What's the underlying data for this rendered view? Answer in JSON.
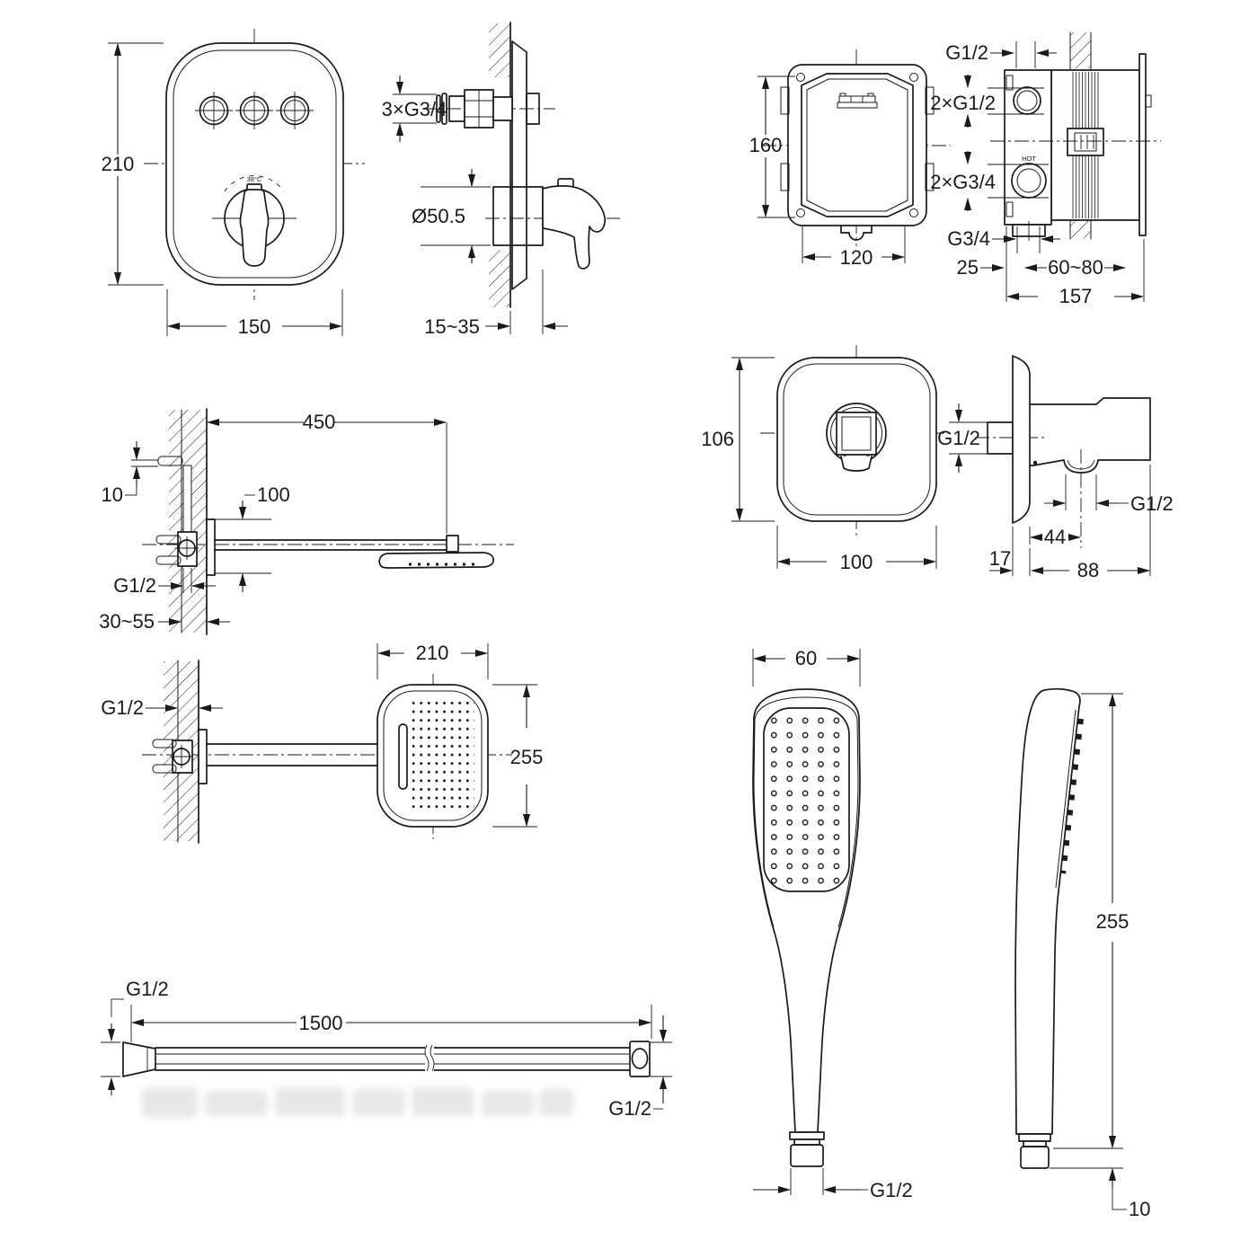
{
  "colors": {
    "line": "#1a1a1a",
    "background": "#ffffff"
  },
  "drawings": {
    "mixer_front": {
      "height": "210",
      "width": "150",
      "temp_marking": "38°C"
    },
    "mixer_side": {
      "inlet_threads": "3×G3/4",
      "escutcheon_diameter": "Ø50.5",
      "mount_depth": "15~35"
    },
    "valve_box_front": {
      "height": "160",
      "width": "120"
    },
    "valve_box_side": {
      "top_thread": "G1/2",
      "upper_ports": "2×G1/2",
      "hot_marking": "HOT",
      "lower_ports": "2×G3/4",
      "bottom_thread": "G3/4",
      "front_offset": "25",
      "embed_depth_range": "60~80",
      "total_depth": "157"
    },
    "outlet_front": {
      "height": "106",
      "width": "100",
      "thread": "G1/2"
    },
    "outlet_side": {
      "outlet_offset": "44",
      "plate_thickness": "17",
      "body_length": "88",
      "outlet_thread": "G1/2"
    },
    "shower_arm": {
      "length": "450",
      "anchor_offset": "10",
      "drop": "100",
      "thread": "G1/2",
      "wall_range": "30~55"
    },
    "overhead_shower": {
      "thread": "G1/2",
      "width": "210",
      "height": "255"
    },
    "hose": {
      "thread_left": "G1/2",
      "length": "1500",
      "thread_right": "G1/2"
    },
    "handshower_front": {
      "width": "60",
      "thread": "G1/2"
    },
    "handshower_side": {
      "height": "255",
      "thread_length": "10"
    }
  }
}
